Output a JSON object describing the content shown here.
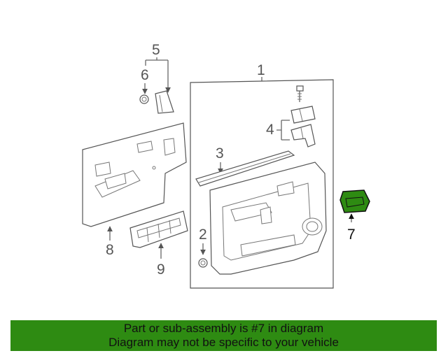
{
  "callouts": {
    "c1": "1",
    "c2": "2",
    "c3": "3",
    "c4": "4",
    "c5": "5",
    "c6": "6",
    "c7": "7",
    "c8": "8",
    "c9": "9"
  },
  "highlight_color": "#2e8b12",
  "banner": {
    "line1": "Part or sub-assembly is #7 in diagram",
    "line2": "Diagram may not be specific to your vehicle"
  }
}
